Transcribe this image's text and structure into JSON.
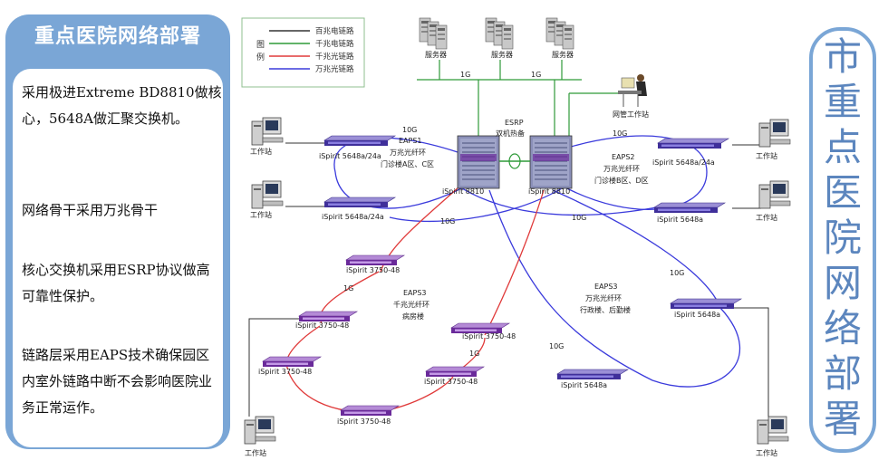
{
  "left_panel": {
    "title": "重点医院网络部署",
    "paragraphs": [
      "采用极进Extreme BD8810做核心，5648A做汇聚交换机。",
      "网络骨干采用万兆骨干",
      "核心交换机采用ESRP协议做高可靠性保护。",
      "链路层采用EAPS技术确保园区内室外链路中断不会影响医院业务正常运作。"
    ]
  },
  "right_panel": {
    "title": "市重点医院网络部署"
  },
  "legend": {
    "title": "图例",
    "items": [
      {
        "label": "百兆电链路",
        "color": "#333333"
      },
      {
        "label": "千兆电链路",
        "color": "#2e9a38"
      },
      {
        "label": "千兆光链路",
        "color": "#e03a3a"
      },
      {
        "label": "万兆光链路",
        "color": "#3b3bdc"
      }
    ]
  },
  "servers": [
    {
      "label": "服务器"
    },
    {
      "label": "服务器"
    },
    {
      "label": "服务器"
    }
  ],
  "mgmt_station": {
    "label": "网管工作站"
  },
  "core": {
    "esrp_label": "ESRP",
    "esrp_sub": "双机热备",
    "switch_left": "iSpirit 8810",
    "switch_right": "iSpirit 8810"
  },
  "eaps_rings": [
    {
      "name": "EAPS1",
      "desc1": "万兆光纤环",
      "desc2": "门诊楼A区、C区"
    },
    {
      "name": "EAPS2",
      "desc1": "万兆光纤环",
      "desc2": "门诊楼B区、D区"
    },
    {
      "name": "EAPS3",
      "desc1": "千兆光纤环",
      "desc2": "病房楼"
    },
    {
      "name": "EAPS3",
      "desc1": "万兆光纤环",
      "desc2": "行政楼、后勤楼"
    }
  ],
  "access_switches": {
    "a1": "iSpirit 5648a/24a",
    "a2": "iSpirit 5648a/24a",
    "b1": "iSpirit 5648a/24a",
    "b2": "iSpirit 5648a",
    "c1": "iSpirit 5648a",
    "c2": "iSpirit 5648a",
    "w1": "iSpirit 3750-48",
    "w2": "iSpirit 3750-48",
    "w3": "iSpirit 3750-48",
    "w4": "iSpirit 3750-48",
    "w5": "iSpirit 3750-48",
    "w6": "iSpirit 3750-48"
  },
  "link_labels": {
    "s1": "1G",
    "s2": "1G",
    "e1": "10G",
    "e2": "10G",
    "e3": "10G",
    "e4": "10G",
    "e5": "10G",
    "e6": "10G",
    "g1": "1G",
    "g2": "1G"
  },
  "workstation_label": "工作站"
}
